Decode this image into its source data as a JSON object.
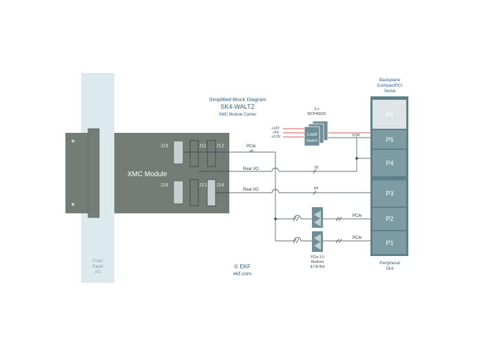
{
  "title": {
    "line1": "Simplified Block Diagram",
    "line2": "SK4-WALTZ",
    "line3": "XMC Module Carrier"
  },
  "front_panel": {
    "line1": "Front",
    "line2": "Panel",
    "line3": "I/O"
  },
  "xmc": {
    "label": "XMC Module",
    "j15": "J15",
    "j16": "J16",
    "j11": "J11",
    "j12": "J12",
    "j13": "J13",
    "j14": "J14"
  },
  "signals": {
    "pcie": "PCIe",
    "x8": "x8",
    "rear_io_1": "Rear I/O",
    "width_78": "78",
    "rear_io_2": "Rear I/O",
    "width_64": "64",
    "pcie_p2": "PCIe",
    "pcie_p1": "PCIe",
    "ksi": "KSI#"
  },
  "power": {
    "count": "3 x",
    "part": "NCP45520",
    "v12": "+12V",
    "v5": "+5V",
    "v33": "+3.3V",
    "load1": "Load",
    "load2": "Switch"
  },
  "redriver": {
    "line1": "PCIe 3.0",
    "line2": "Redriver",
    "line3": "& Clk Buf"
  },
  "backplane": {
    "line1": "Backplane",
    "line2": "CompactPCI",
    "line3": "Serial"
  },
  "slots": {
    "p6": "P6",
    "p5": "P5",
    "p4": "P4",
    "p3": "P3",
    "p2": "P2",
    "p1": "P1"
  },
  "peripheral": {
    "line1": "Peripheral",
    "line2": "Slot"
  },
  "copyright": {
    "line1": "© EKF",
    "line2": "ekf.com"
  },
  "colors": {
    "module": "#747c76",
    "panel": "#dce9ed",
    "slot": "#6f8f98",
    "line": "#2e3d44",
    "power_line": "#d9534f",
    "title": "#2e5a87"
  }
}
